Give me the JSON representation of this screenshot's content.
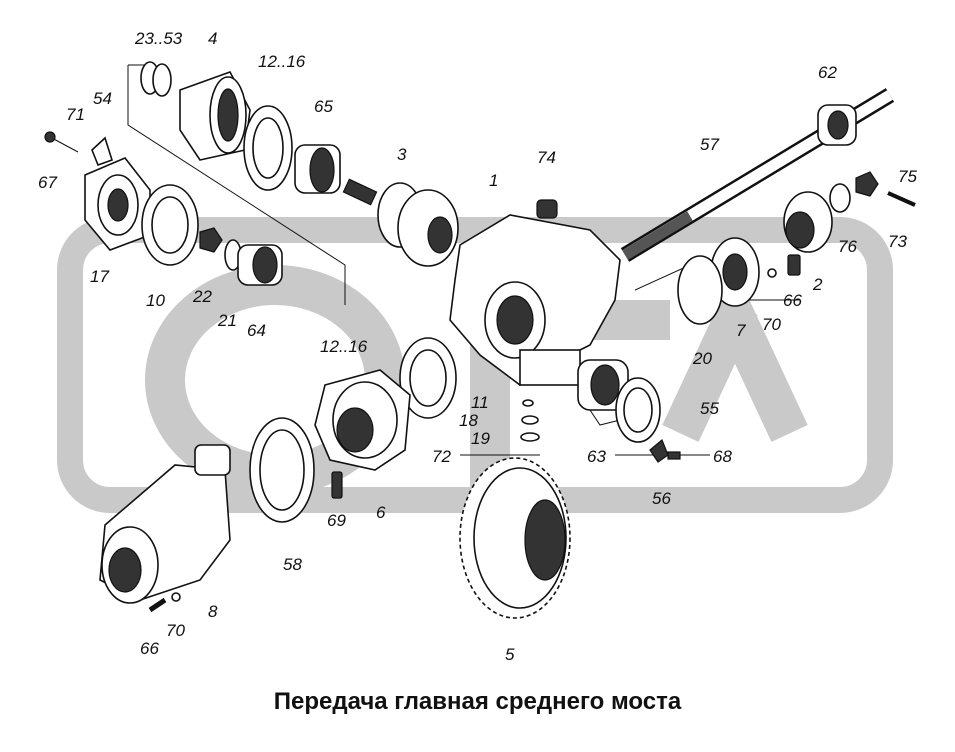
{
  "caption": "Передача главная среднего моста",
  "watermark_color": "#c9c9c9",
  "labels": [
    {
      "id": "l-23-53",
      "text": "23..53"
    },
    {
      "id": "l-4",
      "text": "4"
    },
    {
      "id": "l-12-16-top",
      "text": "12..16"
    },
    {
      "id": "l-54",
      "text": "54"
    },
    {
      "id": "l-71",
      "text": "71"
    },
    {
      "id": "l-67",
      "text": "67"
    },
    {
      "id": "l-65",
      "text": "65"
    },
    {
      "id": "l-3",
      "text": "3"
    },
    {
      "id": "l-62",
      "text": "62"
    },
    {
      "id": "l-57",
      "text": "57"
    },
    {
      "id": "l-74",
      "text": "74"
    },
    {
      "id": "l-1",
      "text": "1"
    },
    {
      "id": "l-75",
      "text": "75"
    },
    {
      "id": "l-76",
      "text": "76"
    },
    {
      "id": "l-73",
      "text": "73"
    },
    {
      "id": "l-17",
      "text": "17"
    },
    {
      "id": "l-10",
      "text": "10"
    },
    {
      "id": "l-22",
      "text": "22"
    },
    {
      "id": "l-21",
      "text": "21"
    },
    {
      "id": "l-64",
      "text": "64"
    },
    {
      "id": "l-2",
      "text": "2"
    },
    {
      "id": "l-66-right",
      "text": "66"
    },
    {
      "id": "l-70-right",
      "text": "70"
    },
    {
      "id": "l-7",
      "text": "7"
    },
    {
      "id": "l-20",
      "text": "20"
    },
    {
      "id": "l-12-16-mid",
      "text": "12..16"
    },
    {
      "id": "l-11",
      "text": "11"
    },
    {
      "id": "l-18",
      "text": "18"
    },
    {
      "id": "l-19",
      "text": "19"
    },
    {
      "id": "l-72",
      "text": "72"
    },
    {
      "id": "l-55",
      "text": "55"
    },
    {
      "id": "l-63",
      "text": "63"
    },
    {
      "id": "l-68",
      "text": "68"
    },
    {
      "id": "l-56",
      "text": "56"
    },
    {
      "id": "l-6",
      "text": "6"
    },
    {
      "id": "l-69",
      "text": "69"
    },
    {
      "id": "l-58",
      "text": "58"
    },
    {
      "id": "l-8",
      "text": "8"
    },
    {
      "id": "l-70-left",
      "text": "70"
    },
    {
      "id": "l-66-left",
      "text": "66"
    },
    {
      "id": "l-5",
      "text": "5"
    }
  ]
}
